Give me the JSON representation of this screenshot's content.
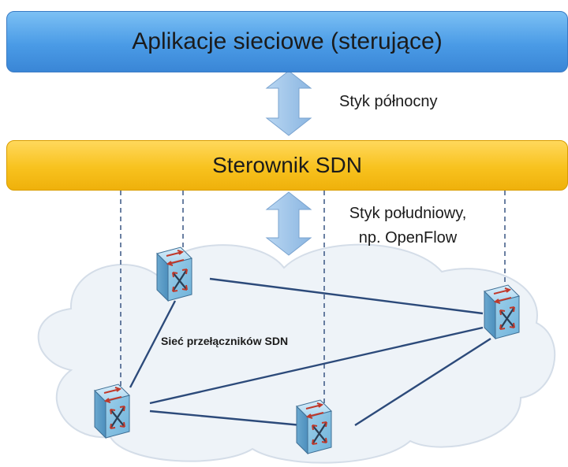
{
  "layers": {
    "applications": "Aplikacje sieciowe (sterujące)",
    "controller": "Sterownik SDN"
  },
  "interfaces": {
    "northbound": "Styk północny",
    "southbound_line1": "Styk południowy,",
    "southbound_line2": "np. OpenFlow"
  },
  "network": {
    "label": "Sieć przełączników SDN"
  },
  "colors": {
    "applications_bar": "#4a9be6",
    "controller_bar": "#f8c21e",
    "arrow": "#9fc3e8",
    "switch": "#8fc6e6",
    "cloud": "#eef3f8",
    "link": "#2c4a7a"
  },
  "icons": {
    "arrow": "double-arrow-vertical",
    "switch": "network-switch-cube",
    "cloud": "cloud"
  }
}
